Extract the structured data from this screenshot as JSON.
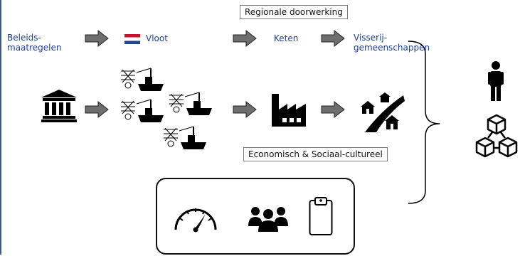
{
  "header": {
    "regional_label": "Regionale doorwerking"
  },
  "flow": {
    "policy_label": "Beleids-\nmaatregelen",
    "fleet_label": "Vloot",
    "chain_label": "Keten",
    "communities_label": "Visserij-\ngemeenschappen"
  },
  "impact": {
    "economic_label": "Economisch & Sociaal-cultureel"
  },
  "icons": {
    "government": "government-building-icon",
    "flag": "netherlands-flag-icon",
    "boats": "fishing-boat-icon",
    "factory": "factory-icon",
    "village": "village-road-icon",
    "person": "person-icon",
    "network": "cubes-network-icon",
    "gauge": "gauge-icon",
    "group": "people-group-icon",
    "clipboard": "clipboard-icon"
  },
  "colors": {
    "label_blue": "#1f3f8f",
    "arrow_gray": "#6e6e6e",
    "flag_red": "#c8102e",
    "flag_blue": "#21468b"
  }
}
